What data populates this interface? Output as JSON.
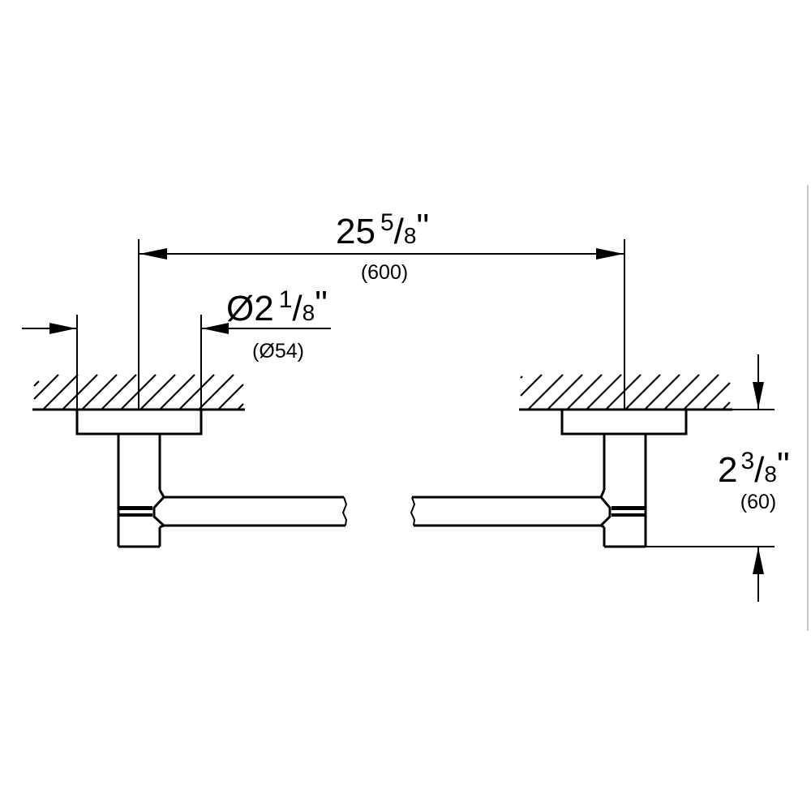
{
  "drawing": {
    "title": "Towel bar dimension drawing",
    "colors": {
      "line": "#000000",
      "background": "#ffffff",
      "frame_edge": "#c8c8c8"
    },
    "dimensions": {
      "overall_length": {
        "whole": "25",
        "num": "5",
        "den": "8",
        "unit": "\"",
        "metric": "(600)"
      },
      "flange_diameter": {
        "prefix": "Ø",
        "whole": "2",
        "num": "1",
        "den": "8",
        "unit": "\"",
        "metric": "(Ø54)"
      },
      "projection": {
        "whole": "2",
        "num": "3",
        "den": "8",
        "unit": "\"",
        "metric": "(60)"
      }
    },
    "components": {
      "left_wall": "wall-hatching-left",
      "right_wall": "wall-hatching-right",
      "left_bracket": "wall-bracket-left",
      "right_bracket": "wall-bracket-right",
      "bar": "towel-bar-broken"
    }
  }
}
